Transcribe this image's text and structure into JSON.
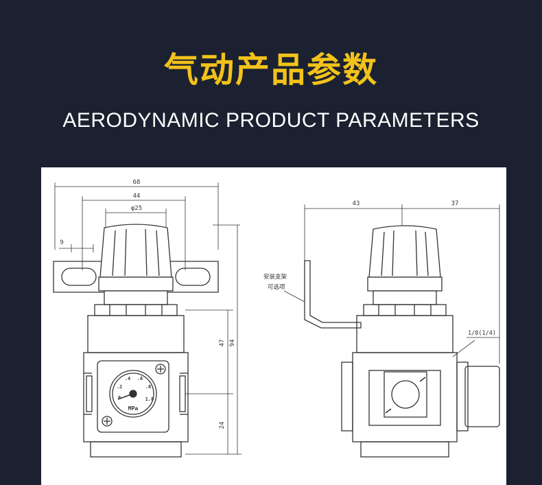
{
  "header": {
    "title_cn": "气动产品参数",
    "title_en": "AERODYNAMIC PRODUCT PARAMETERS"
  },
  "front_view": {
    "dim_width_total": "68",
    "dim_width_mid": "44",
    "dim_knob_dia": "φ25",
    "dim_slot": "9",
    "dim_upper_height": "47",
    "dim_total_height": "94",
    "dim_lower_height": "24",
    "gauge": {
      "ticks": [
        ".2",
        ".4",
        ".6",
        ".8",
        "0",
        "1.0"
      ],
      "unit": "MPa"
    }
  },
  "side_view": {
    "dim_left": "43",
    "dim_right": "37",
    "bracket_label_line1": "安装支架",
    "bracket_label_line2": "可选项",
    "port_label": "1/8(1/4)"
  },
  "colors": {
    "background": "#1b2130",
    "title_accent": "#f2c21a",
    "line": "#333333"
  }
}
